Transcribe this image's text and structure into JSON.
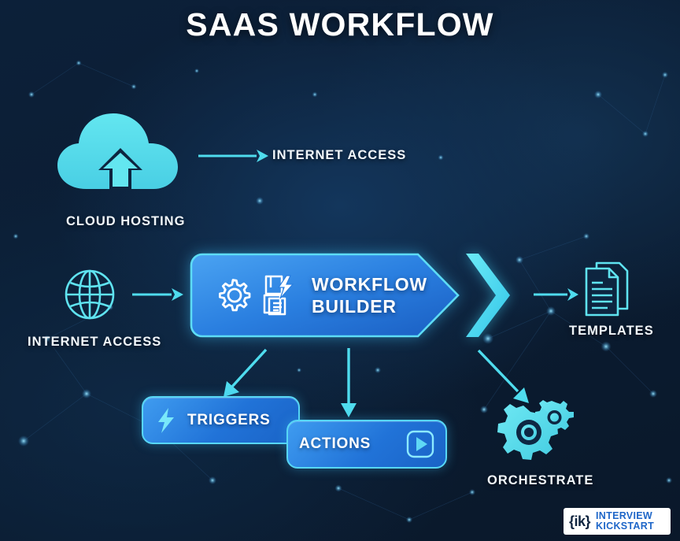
{
  "title": "SAAS WORKFLOW",
  "nodes": {
    "cloud_hosting": {
      "label": "CLOUD HOSTING",
      "icon": "cloud-upload-icon"
    },
    "internet_access_top": {
      "label": "INTERNET ACCESS"
    },
    "internet_access_left": {
      "label": "INTERNET ACCESS",
      "icon": "globe-icon"
    },
    "workflow_builder": {
      "line1": "WORKFLOW",
      "line2": "BUILDER",
      "icons": [
        "gear-icon",
        "document-lightning-icon"
      ]
    },
    "templates": {
      "label": "TEMPLATES",
      "icon": "documents-icon"
    },
    "triggers": {
      "label": "TRIGGERS",
      "icon": "lightning-bolt-icon"
    },
    "actions": {
      "label": "ACTIONS",
      "icon": "play-button-icon"
    },
    "orchestrate": {
      "label": "ORCHESTRATE",
      "icon": "gears-icon"
    }
  },
  "arrows": [
    {
      "name": "cloud-to-internet",
      "direction": "right"
    },
    {
      "name": "globe-to-builder",
      "direction": "right"
    },
    {
      "name": "builder-to-templates",
      "direction": "right"
    },
    {
      "name": "builder-to-triggers",
      "direction": "down-left"
    },
    {
      "name": "builder-to-actions",
      "direction": "down"
    },
    {
      "name": "builder-to-orchestrate",
      "direction": "down-right"
    }
  ],
  "logo": {
    "mark": "{ik}",
    "word1": "INTERVIEW",
    "word2": "KICKSTART"
  },
  "colors": {
    "background": "#0b1d33",
    "cyan": "#5fe3f0",
    "accent_blue": "#2173d8",
    "border_cyan": "#57d7f5",
    "text_white": "#ffffff",
    "logo_blue": "#1e66c8"
  }
}
